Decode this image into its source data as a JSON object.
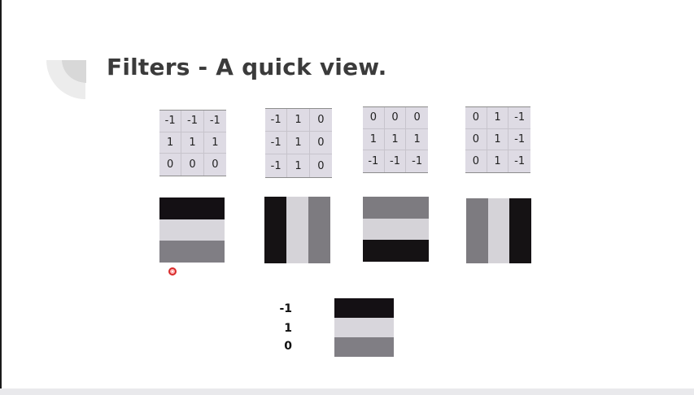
{
  "slide": {
    "title": "Filters - A quick view.",
    "title_color": "#3b3b3b"
  },
  "kernels": [
    {
      "rows": [
        [
          "-1",
          "-1",
          "-1"
        ],
        [
          "1",
          "1",
          "1"
        ],
        [
          "0",
          "0",
          "0"
        ]
      ]
    },
    {
      "rows": [
        [
          "-1",
          "1",
          "0"
        ],
        [
          "-1",
          "1",
          "0"
        ],
        [
          "-1",
          "1",
          "0"
        ]
      ]
    },
    {
      "rows": [
        [
          "0",
          "0",
          "0"
        ],
        [
          "1",
          "1",
          "1"
        ],
        [
          "-1",
          "-1",
          "-1"
        ]
      ]
    },
    {
      "rows": [
        [
          "0",
          "1",
          "-1"
        ],
        [
          "0",
          "1",
          "-1"
        ],
        [
          "0",
          "1",
          "-1"
        ]
      ]
    }
  ],
  "results": [
    {
      "orientation": "horizontal",
      "bands": [
        "#141014",
        "#d8d6dc",
        "#807e84"
      ]
    },
    {
      "orientation": "vertical",
      "bands": [
        "#151214",
        "#d5d3d8",
        "#7d7b80"
      ]
    },
    {
      "orientation": "horizontal",
      "bands": [
        "#7d7b80",
        "#d5d3d8",
        "#151214"
      ]
    },
    {
      "orientation": "vertical",
      "bands": [
        "#7d7b80",
        "#d5d3d8",
        "#151214"
      ]
    }
  ],
  "column_kernel": {
    "values": [
      "-1",
      "1",
      "0"
    ],
    "result": {
      "orientation": "horizontal",
      "bands": [
        "#141014",
        "#d8d6dc",
        "#807e84"
      ]
    }
  },
  "colors": {
    "kernel_bg": "#dedbe4",
    "cursor": "#d82a2a",
    "bottom_bar": "#e9e9ec"
  }
}
